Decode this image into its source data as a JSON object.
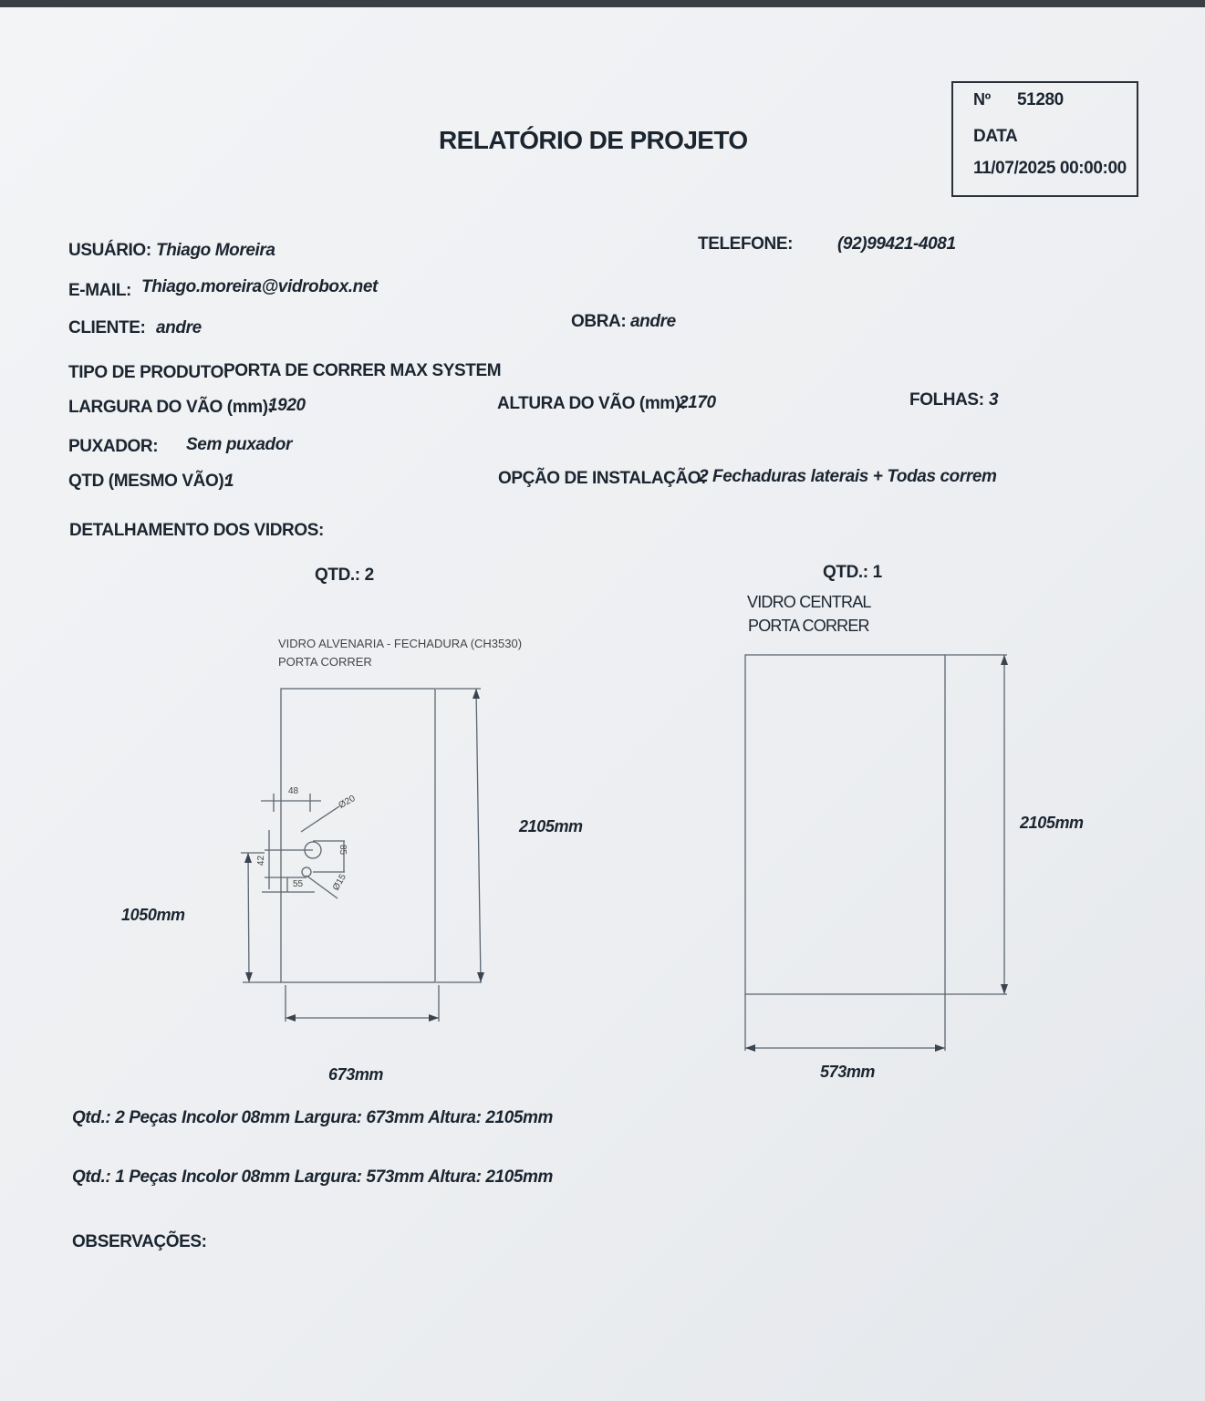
{
  "title": "RELATÓRIO DE PROJETO",
  "header_box": {
    "number_label": "Nº",
    "number_value": "51280",
    "date_label": "DATA",
    "date_value": "11/07/2025 00:00:00"
  },
  "info": {
    "usuario_label": "USUÁRIO:",
    "usuario_value": "Thiago Moreira",
    "telefone_label": "TELEFONE:",
    "telefone_value": "(92)99421-4081",
    "email_label": "E-MAIL:",
    "email_value": "Thiago.moreira@vidrobox.net",
    "cliente_label": "CLIENTE:",
    "cliente_value": "andre",
    "obra_label": "OBRA:",
    "obra_value": "andre",
    "tipo_label": "TIPO DE PRODUTO:",
    "tipo_value": "PORTA DE CORRER MAX SYSTEM",
    "largura_label": "LARGURA DO VÃO (mm):",
    "largura_value": "1920",
    "altura_label": "ALTURA DO VÃO (mm):",
    "altura_value": "2170",
    "folhas_label": "FOLHAS:",
    "folhas_value": "3",
    "puxador_label": "PUXADOR:",
    "puxador_value": "Sem puxador",
    "qtd_label": "QTD (MESMO VÃO):",
    "qtd_value": "1",
    "opcao_label": "OPÇÃO DE INSTALAÇÃO:",
    "opcao_value": "2 Fechaduras laterais + Todas correm"
  },
  "detail_heading": "DETALHAMENTO DOS VIDROS:",
  "glass_left": {
    "qty": "QTD.: 2",
    "name_line1": "VIDRO ALVENARIA - FECHADURA (CH3530)",
    "name_line2": "PORTA CORRER",
    "height_label": "2105mm",
    "half_height_label": "1050mm",
    "width_label": "673mm",
    "dim_48": "48",
    "dim_20": "Ø20",
    "dim_85": "85",
    "dim_42": "42",
    "dim_55": "55",
    "dim_15": "Ø15"
  },
  "glass_right": {
    "qty": "QTD.: 1",
    "name_line1": "VIDRO CENTRAL",
    "name_line2": "PORTA CORRER",
    "height_label": "2105mm",
    "width_label": "573mm"
  },
  "summary": [
    "Qtd.: 2 Peças Incolor 08mm Largura: 673mm Altura: 2105mm",
    "Qtd.: 1 Peças Incolor 08mm Largura: 573mm Altura: 2105mm"
  ],
  "observacoes_label": "OBSERVAÇÕES:"
}
